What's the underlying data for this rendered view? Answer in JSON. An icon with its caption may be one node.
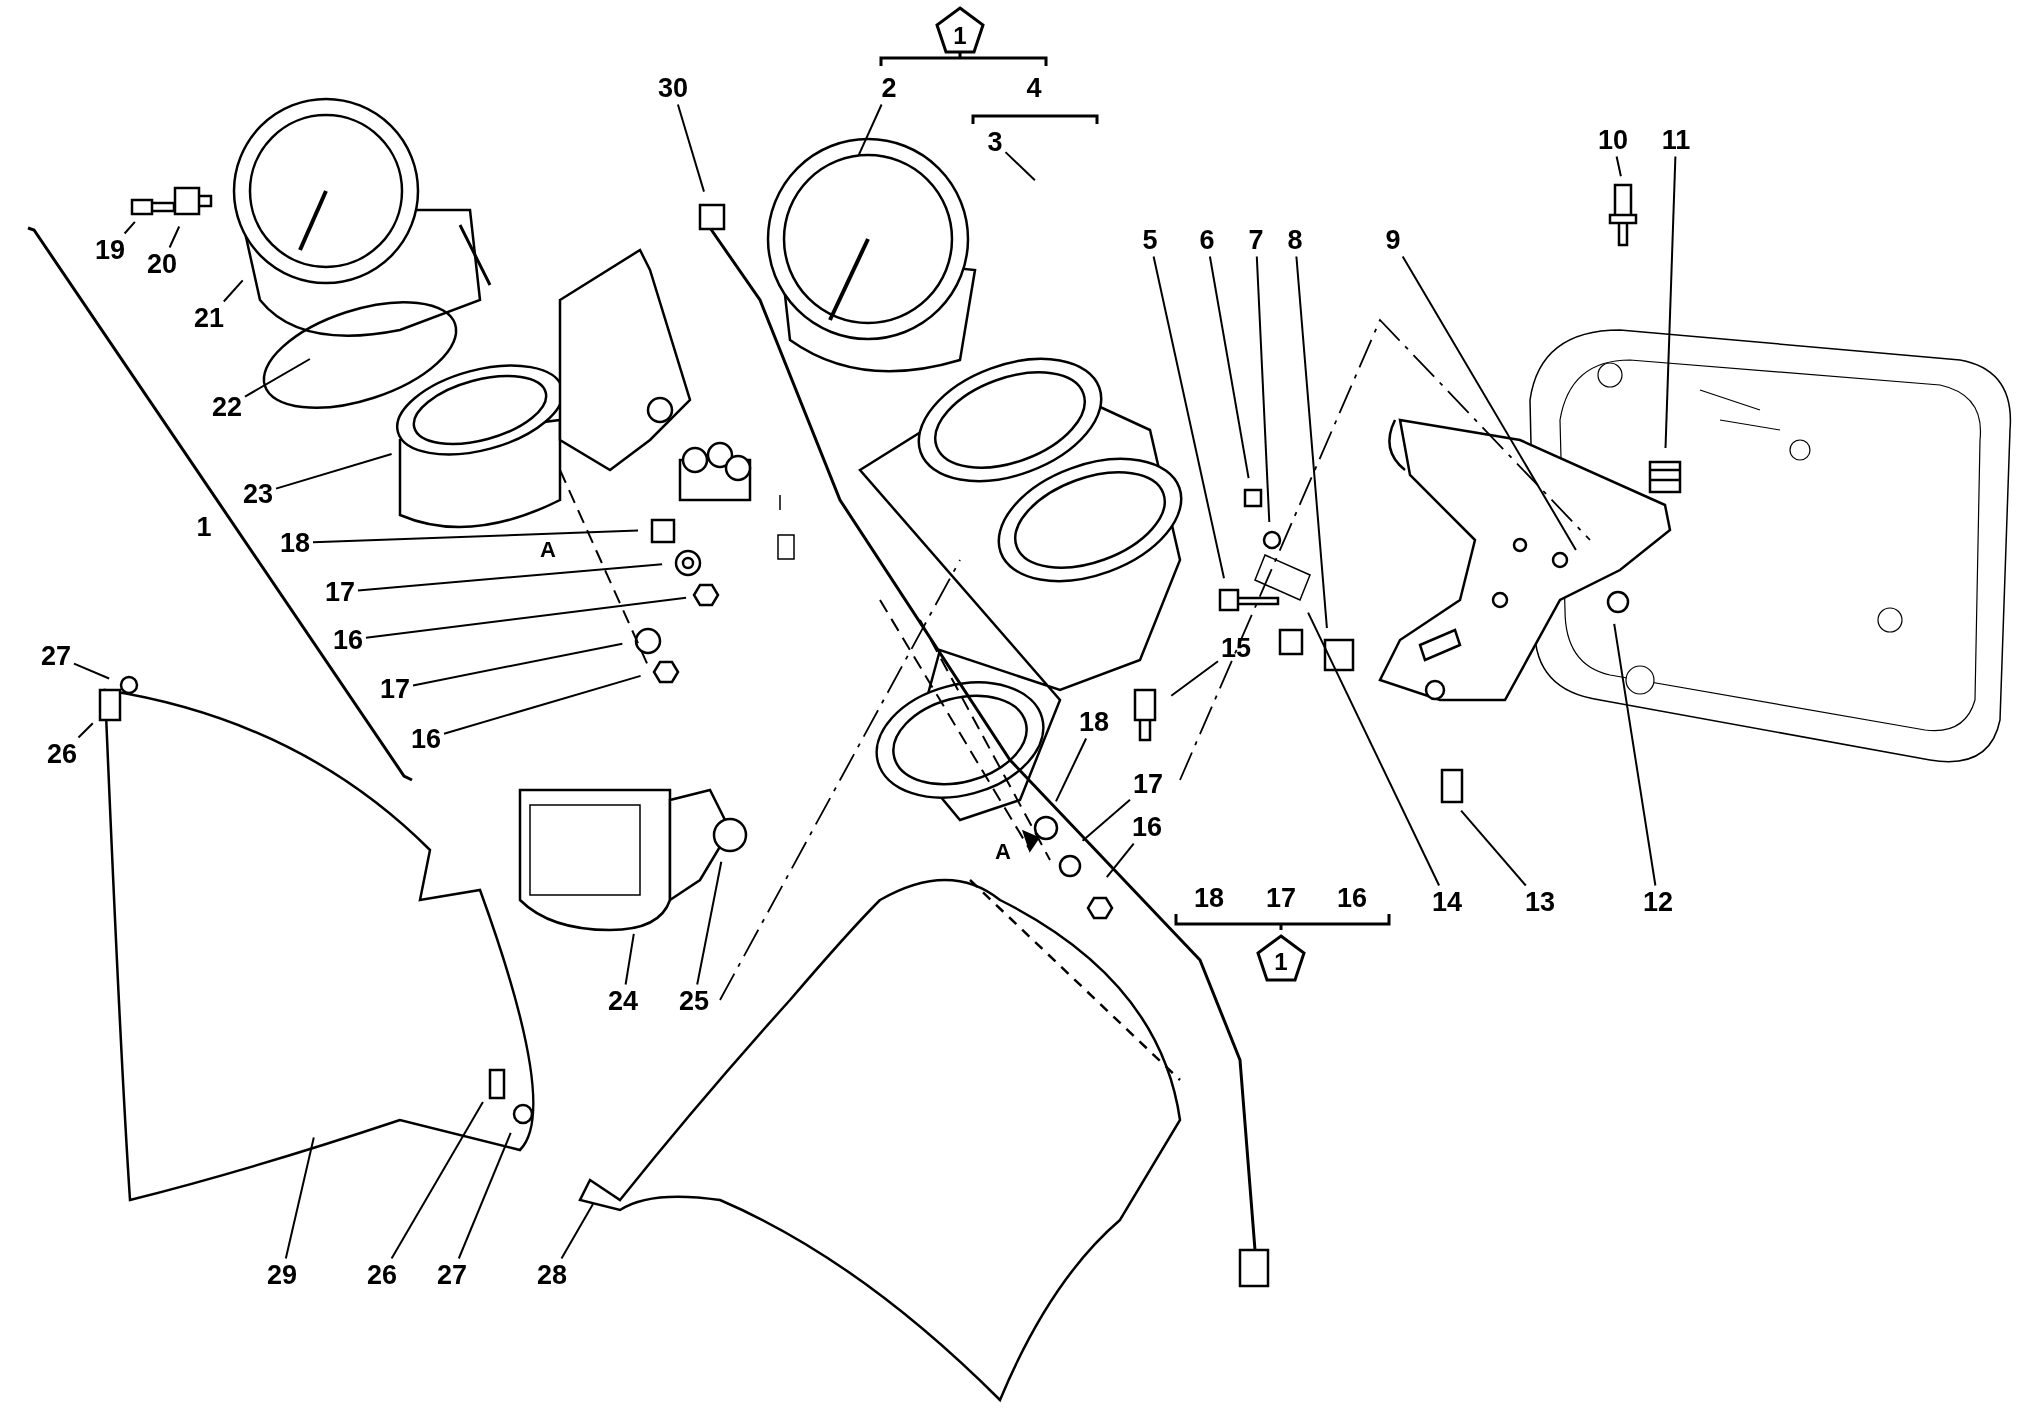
{
  "diagram": {
    "nodes": [
      {
        "text": [
          "30"
        ]
      },
      {
        "text": [
          "2"
        ]
      },
      {
        "text": [
          "3"
        ]
      },
      {
        "text": [
          "10"
        ]
      },
      {
        "text": [
          "11"
        ]
      },
      {
        "text": [
          "19"
        ]
      },
      {
        "text": [
          "20"
        ]
      },
      {
        "text": [
          "5"
        ]
      },
      {
        "text": [
          "6"
        ]
      },
      {
        "text": [
          "7"
        ]
      },
      {
        "text": [
          "8"
        ]
      },
      {
        "text": [
          "9"
        ]
      },
      {
        "text": [
          "21"
        ]
      },
      {
        "text": [
          "22"
        ]
      },
      {
        "text": [
          "23"
        ]
      },
      {
        "text": [
          "18"
        ]
      },
      {
        "text": [
          "17"
        ]
      },
      {
        "text": [
          "16"
        ]
      },
      {
        "text": [
          "15"
        ]
      },
      {
        "text": [
          "17"
        ]
      },
      {
        "text": [
          "27"
        ]
      },
      {
        "text": [
          "18"
        ]
      },
      {
        "text": [
          "16"
        ]
      },
      {
        "text": [
          "26"
        ]
      },
      {
        "text": [
          "17"
        ]
      },
      {
        "text": [
          "16"
        ]
      },
      {
        "text": [
          "14"
        ]
      },
      {
        "text": [
          "13"
        ]
      },
      {
        "text": [
          "12"
        ]
      },
      {
        "text": [
          "24"
        ]
      },
      {
        "text": [
          "25"
        ]
      },
      {
        "text": [
          "29"
        ]
      },
      {
        "text": [
          "26"
        ]
      },
      {
        "text": [
          "27"
        ]
      },
      {
        "text": [
          "28"
        ]
      }
    ],
    "edges": [
      {
        "from": 0,
        "to": null,
        "arrow": "none"
      },
      {
        "from": 1,
        "to": null,
        "arrow": "none"
      },
      {
        "from": 2,
        "to": null,
        "arrow": "none"
      },
      {
        "from": 3,
        "to": null,
        "arrow": "none"
      },
      {
        "from": 4,
        "to": null,
        "arrow": "none"
      },
      {
        "from": 5,
        "to": null,
        "arrow": "none"
      },
      {
        "from": 6,
        "to": null,
        "arrow": "none"
      },
      {
        "from": 7,
        "to": null,
        "arrow": "none"
      },
      {
        "from": 8,
        "to": null,
        "arrow": "none"
      },
      {
        "from": 9,
        "to": null,
        "arrow": "none"
      },
      {
        "from": 10,
        "to": null,
        "arrow": "none"
      },
      {
        "from": 11,
        "to": null,
        "arrow": "none"
      },
      {
        "from": 12,
        "to": null,
        "arrow": "none"
      },
      {
        "from": 13,
        "to": null,
        "arrow": "none"
      },
      {
        "from": 14,
        "to": null,
        "arrow": "none"
      },
      {
        "from": 15,
        "to": null,
        "arrow": "none"
      },
      {
        "from": 16,
        "to": null,
        "arrow": "none"
      },
      {
        "from": 17,
        "to": null,
        "arrow": "none"
      },
      {
        "from": 18,
        "to": null,
        "arrow": "none"
      },
      {
        "from": 19,
        "to": null,
        "arrow": "none"
      },
      {
        "from": 20,
        "to": null,
        "arrow": "none"
      },
      {
        "from": 21,
        "to": null,
        "arrow": "none"
      },
      {
        "from": 22,
        "to": null,
        "arrow": "none"
      },
      {
        "from": 23,
        "to": null,
        "arrow": "none"
      },
      {
        "from": 24,
        "to": null,
        "arrow": "none"
      },
      {
        "from": 25,
        "to": null,
        "arrow": "none"
      },
      {
        "from": 26,
        "to": null,
        "arrow": "none"
      },
      {
        "from": 27,
        "to": null,
        "arrow": "none"
      },
      {
        "from": 28,
        "to": null,
        "arrow": "none"
      },
      {
        "from": 29,
        "to": null,
        "arrow": "none"
      },
      {
        "from": 30,
        "to": null,
        "arrow": "none"
      },
      {
        "from": 31,
        "to": null,
        "arrow": "none"
      },
      {
        "from": 32,
        "to": null,
        "arrow": "none"
      },
      {
        "from": 33,
        "to": null,
        "arrow": "none"
      },
      {
        "from": 34,
        "to": null,
        "arrow": "none"
      }
    ],
    "labels": [
      "1",
      "4",
      "1",
      "A",
      "A",
      "18",
      "17",
      "16",
      "1"
    ]
  }
}
